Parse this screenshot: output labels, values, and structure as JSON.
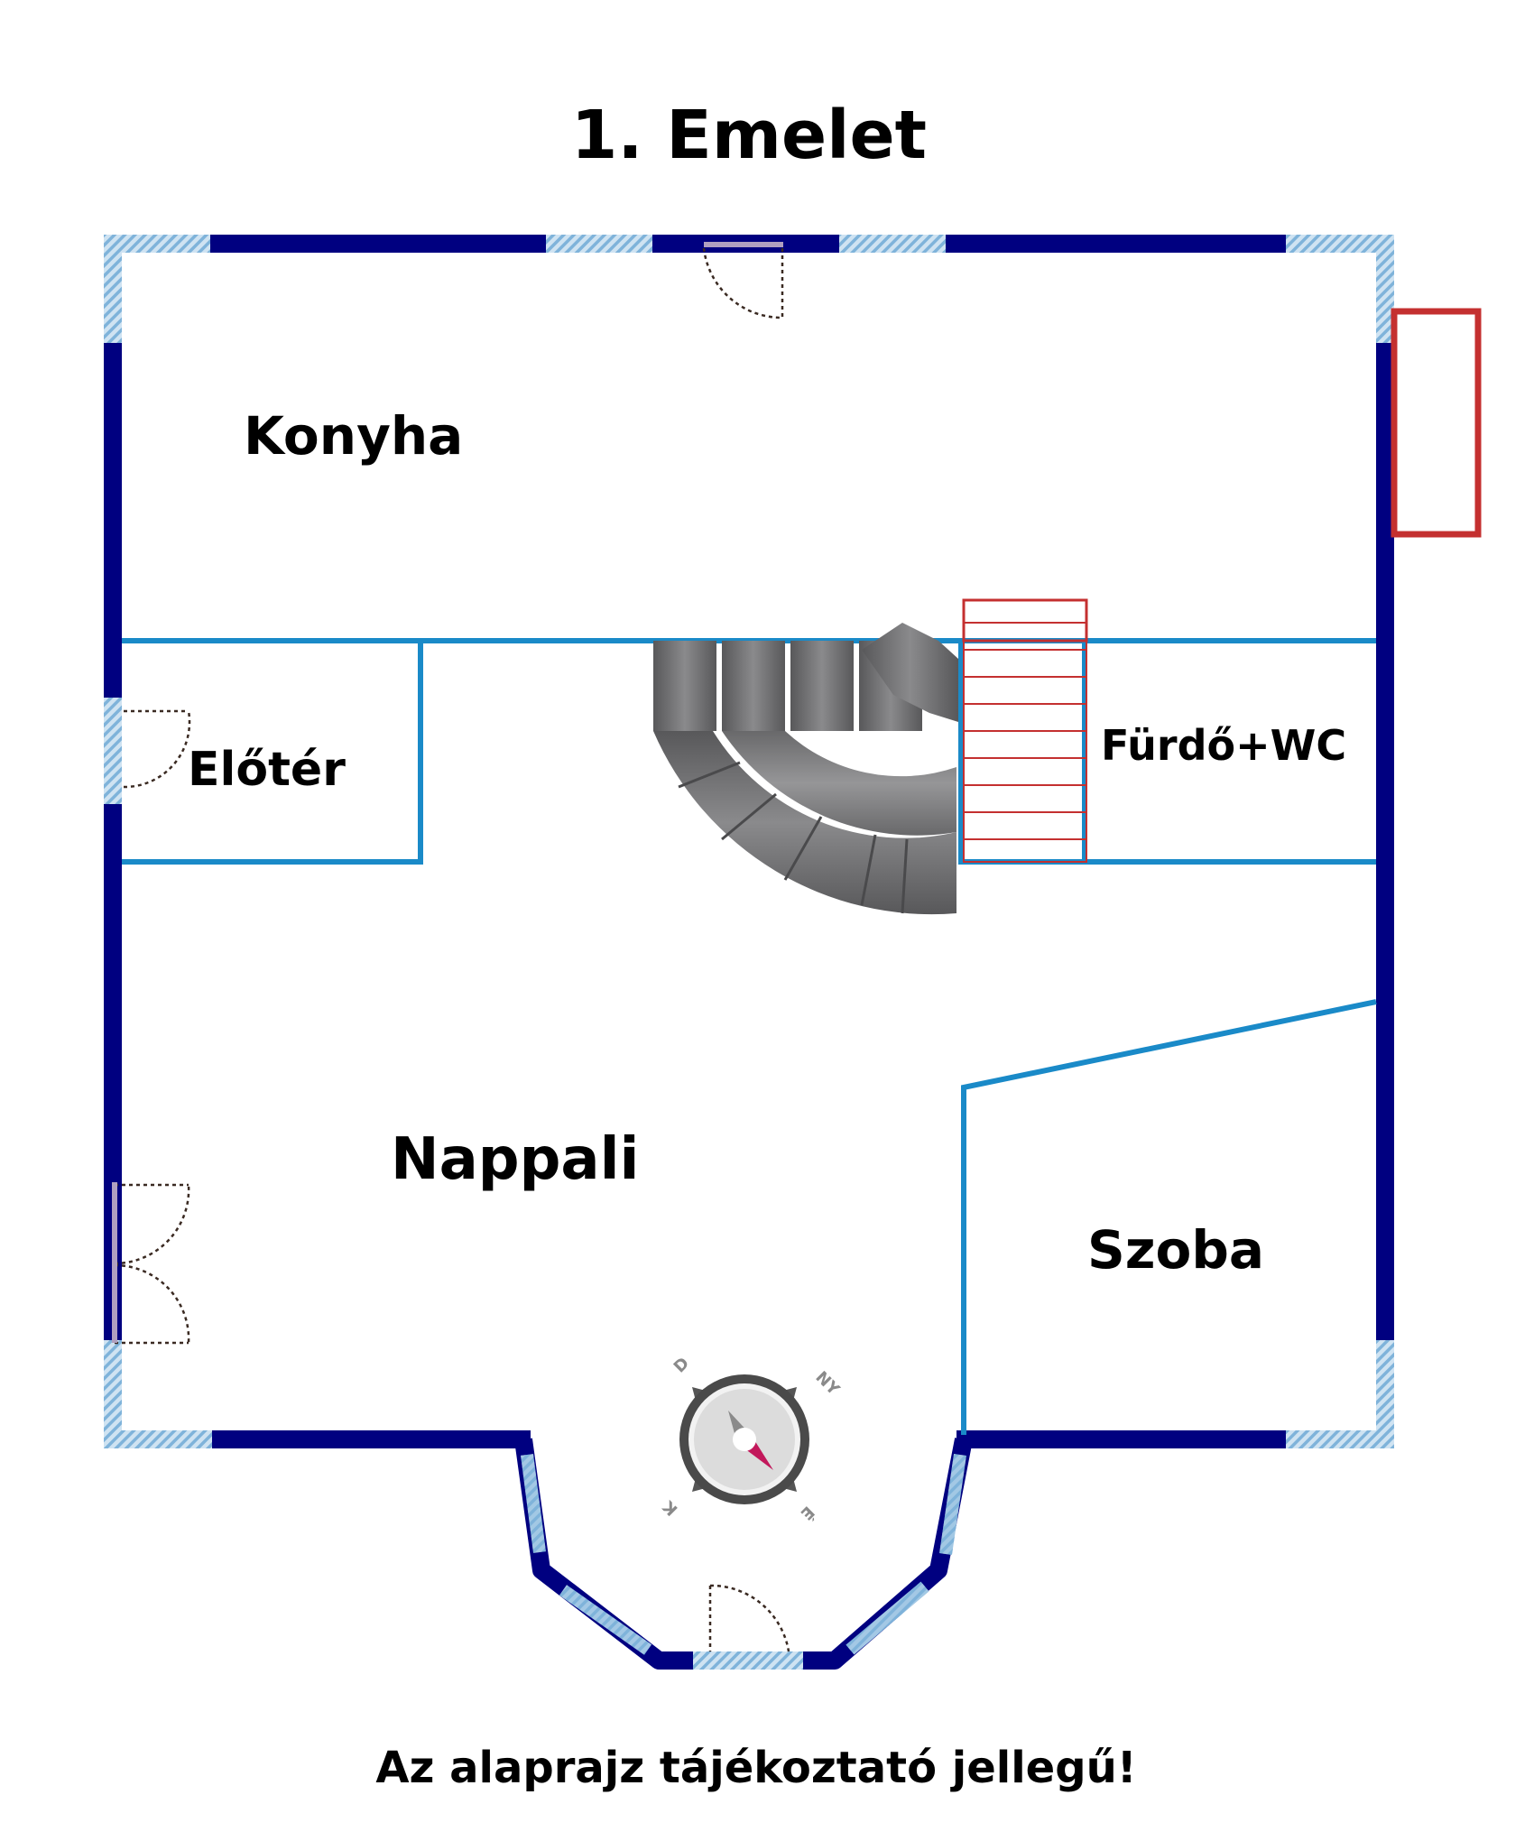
{
  "title": "1. Emelet",
  "footer": "Az alaprajz tájékoztató jellegű!",
  "rooms": {
    "konyha": "Konyha",
    "eloter": "Előtér",
    "furdo": "Fürdő+WC",
    "nappali": "Nappali",
    "szoba": "Szoba"
  },
  "compass": {
    "d": "D",
    "ny": "NY",
    "k": "K",
    "e": "É"
  },
  "colors": {
    "exterior_wall": "#000080",
    "interior_wall": "#1a8ac8",
    "window": "#8ec0e0",
    "stair_rail": "#c43030",
    "stair_steps": "#6e6e70"
  }
}
